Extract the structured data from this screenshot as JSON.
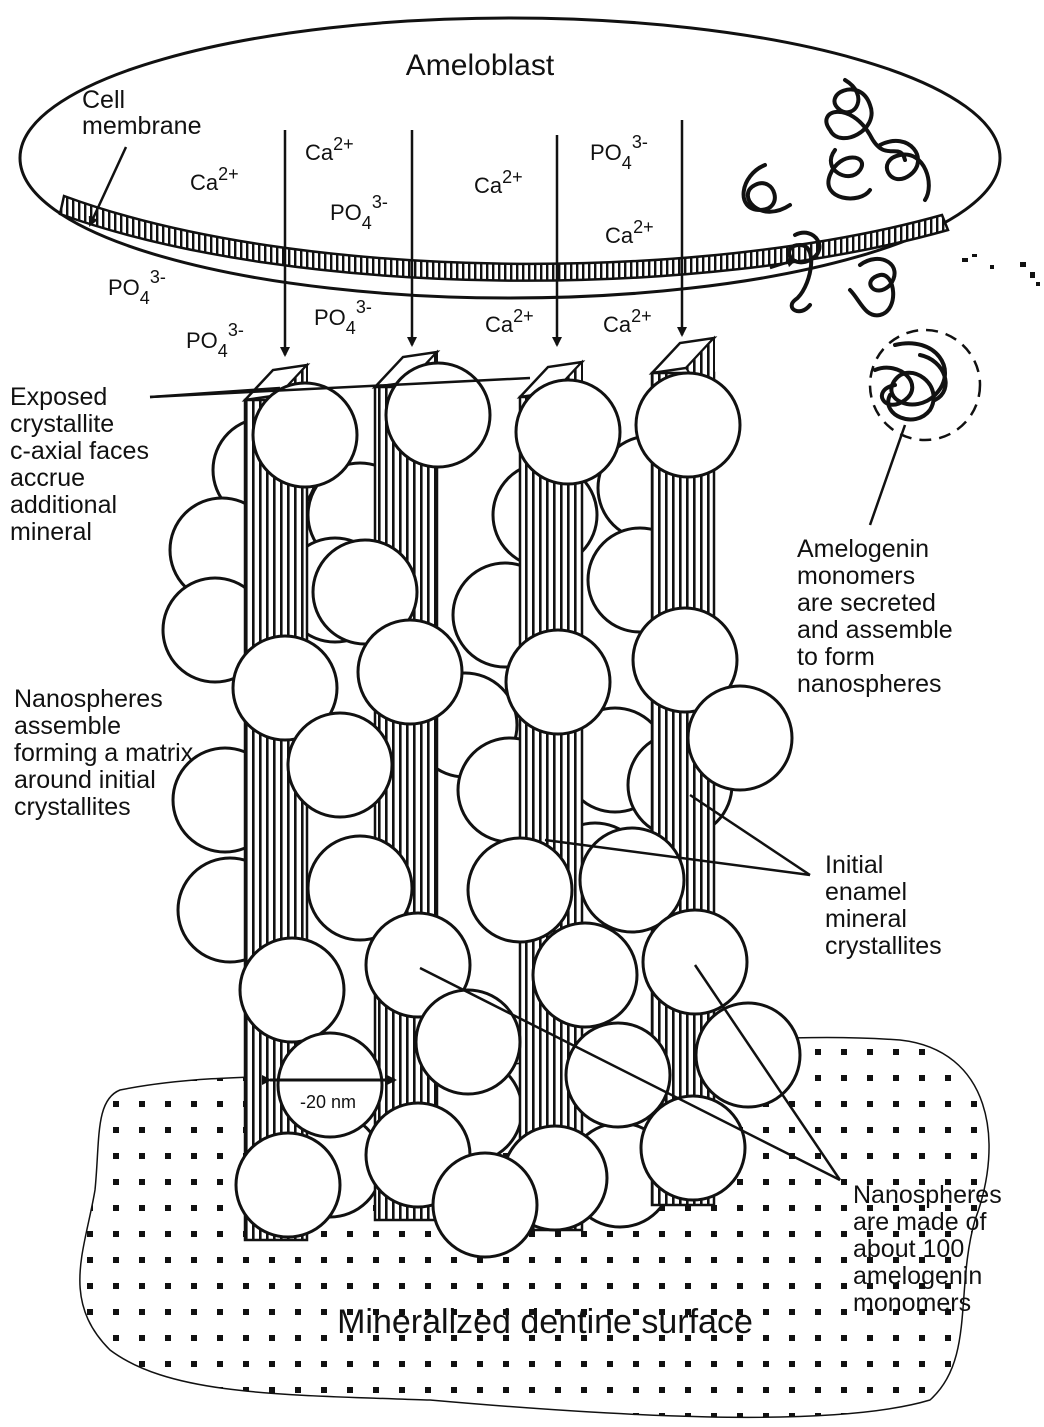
{
  "title": "Ameloblast",
  "ions": {
    "ca": "Ca",
    "ca_charge": "2+",
    "po": "PO",
    "po_sub": "4",
    "po_charge": "3-"
  },
  "labels": {
    "cell_membrane": [
      "Cell",
      "membrane"
    ],
    "exposed_faces": [
      "Exposed",
      "crystallite",
      "c-axial faces",
      "accrue",
      "additional",
      "mineral"
    ],
    "amelogenin_monomers": [
      "Amelogenin",
      "monomers",
      "are secreted",
      "and assemble",
      "to form",
      "nanospheres"
    ],
    "nanospheres_matrix": [
      "Nanospheres",
      "assemble",
      "forming a matrix",
      "around initial",
      "crystallites"
    ],
    "initial_crystallites": [
      "Initial",
      "enamel",
      "mineral",
      "crystallites"
    ],
    "nanospheres_made_of": [
      "Nanospheres",
      "are made of",
      "about 100",
      "amelogenin",
      "monomers"
    ],
    "scale": "-20 nm",
    "dentine": "Mineralized dentine surface"
  },
  "colors": {
    "line": "#111111",
    "fill": "#ffffff"
  }
}
